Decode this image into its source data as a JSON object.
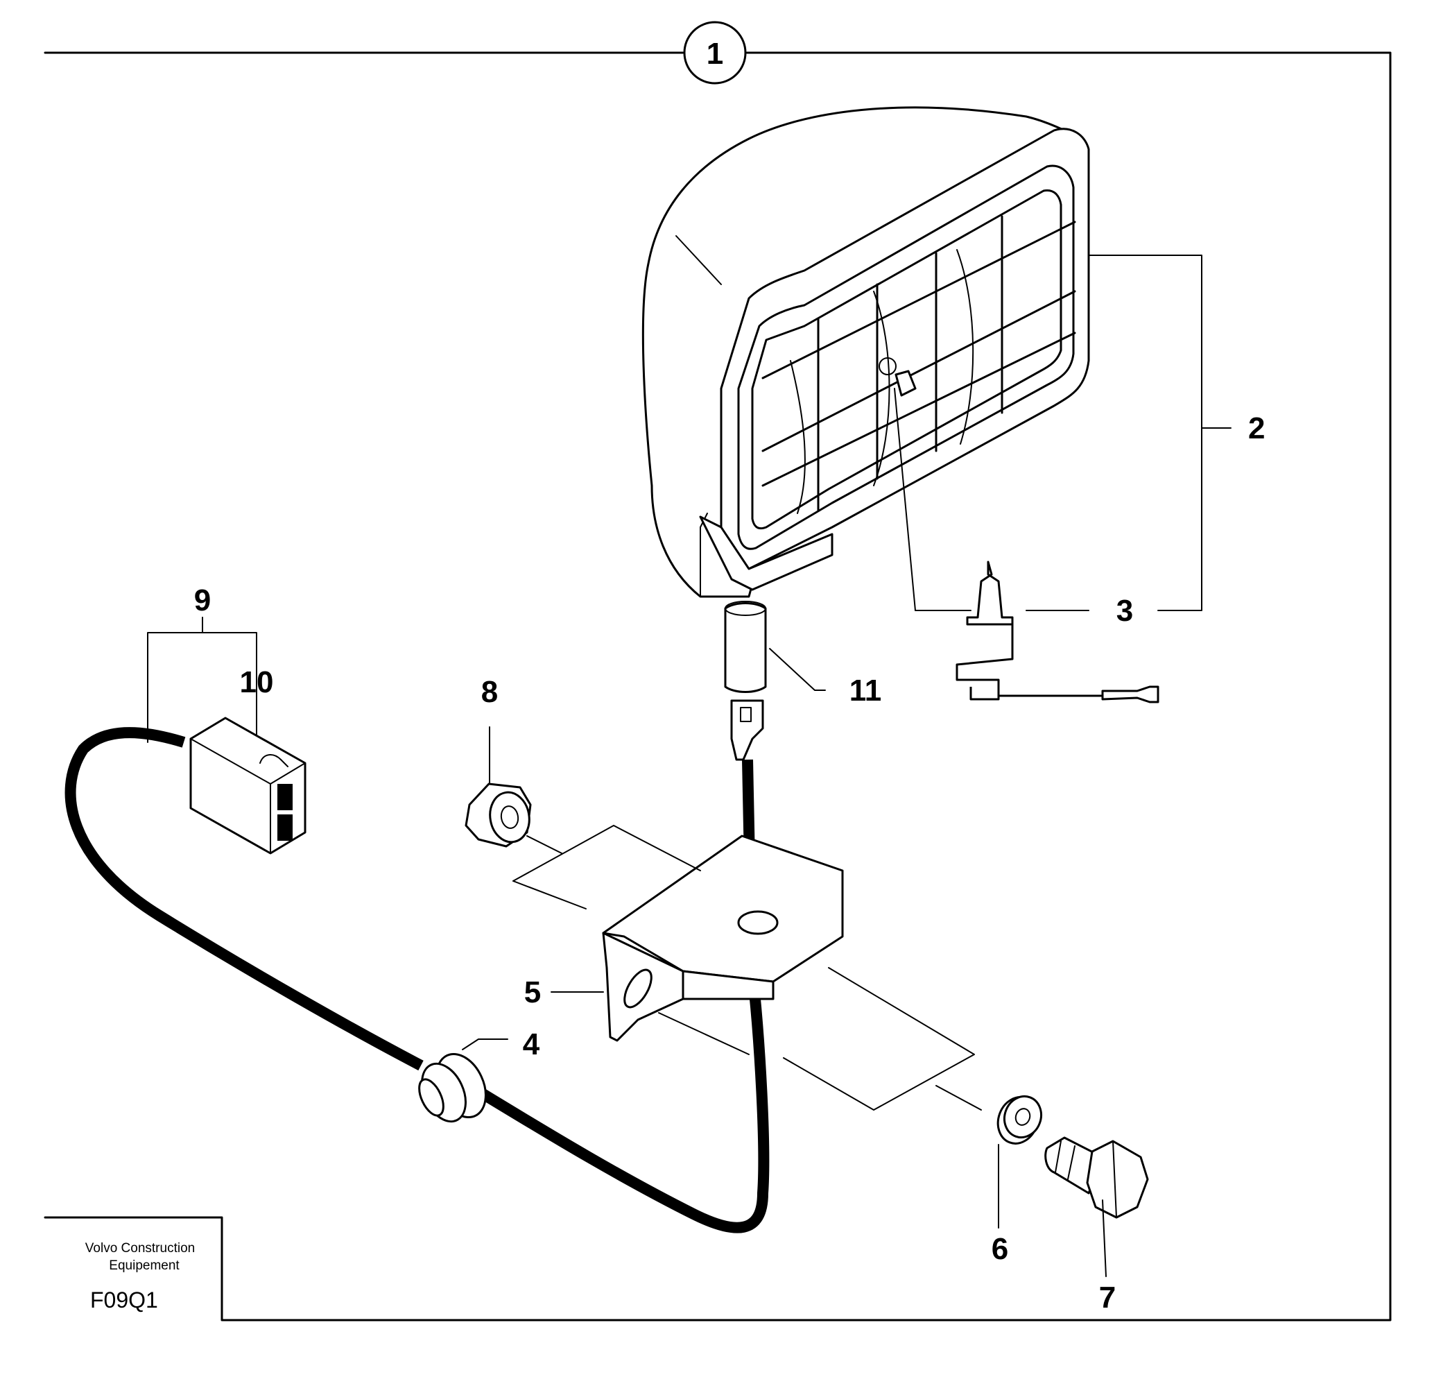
{
  "diagram": {
    "frame_callout": "1",
    "callouts": [
      {
        "id": "2",
        "label": "2"
      },
      {
        "id": "3",
        "label": "3"
      },
      {
        "id": "4",
        "label": "4"
      },
      {
        "id": "5",
        "label": "5"
      },
      {
        "id": "6",
        "label": "6"
      },
      {
        "id": "7",
        "label": "7"
      },
      {
        "id": "8",
        "label": "8"
      },
      {
        "id": "9",
        "label": "9"
      },
      {
        "id": "10",
        "label": "10"
      },
      {
        "id": "11",
        "label": "11"
      }
    ]
  },
  "title_block": {
    "company_line1": "Volvo Construction",
    "company_line2": "Equipement",
    "figure_code": "F09Q1"
  }
}
